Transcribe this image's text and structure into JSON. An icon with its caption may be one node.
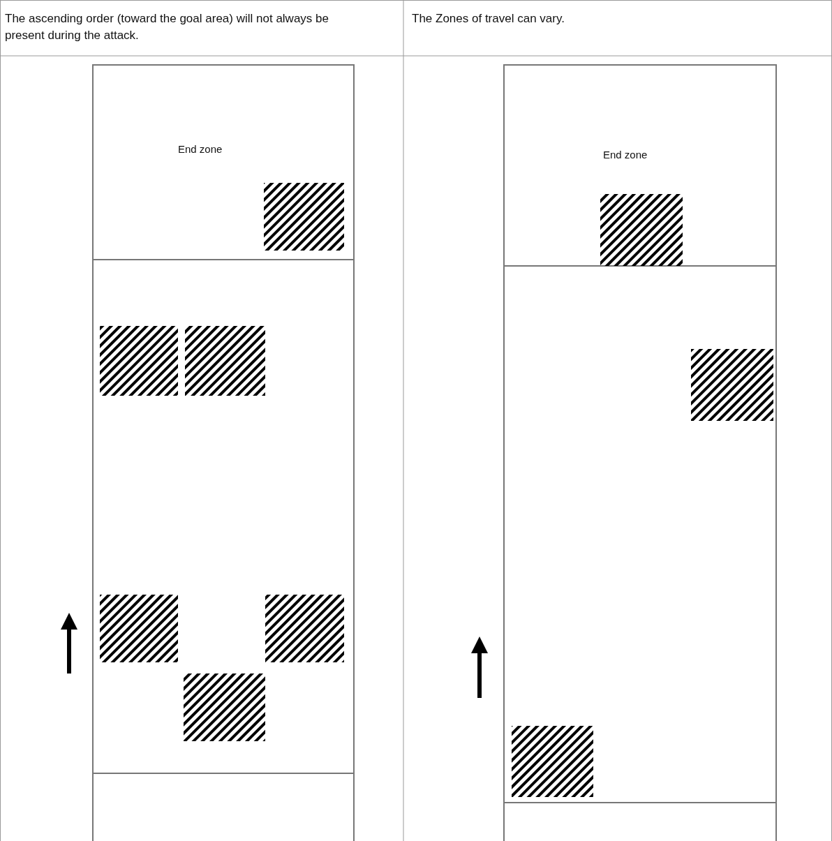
{
  "diagram": {
    "nodes": [
      {
        "text": [],
        "shape": "box"
      },
      {
        "text": [],
        "shape": "box"
      },
      {
        "text": [],
        "shape": "box"
      },
      {
        "text": [],
        "shape": "box"
      },
      {
        "text": [],
        "shape": "box"
      },
      {
        "text": [],
        "shape": "box"
      },
      {
        "text": [],
        "shape": "box"
      },
      {
        "text": [],
        "shape": "box"
      },
      {
        "text": [],
        "shape": "box"
      }
    ],
    "labels": [
      "The ascending order (toward the goal area) will not always be present during the attack.",
      "The Zones of travel can vary.",
      "End zone",
      "End zone"
    ]
  }
}
